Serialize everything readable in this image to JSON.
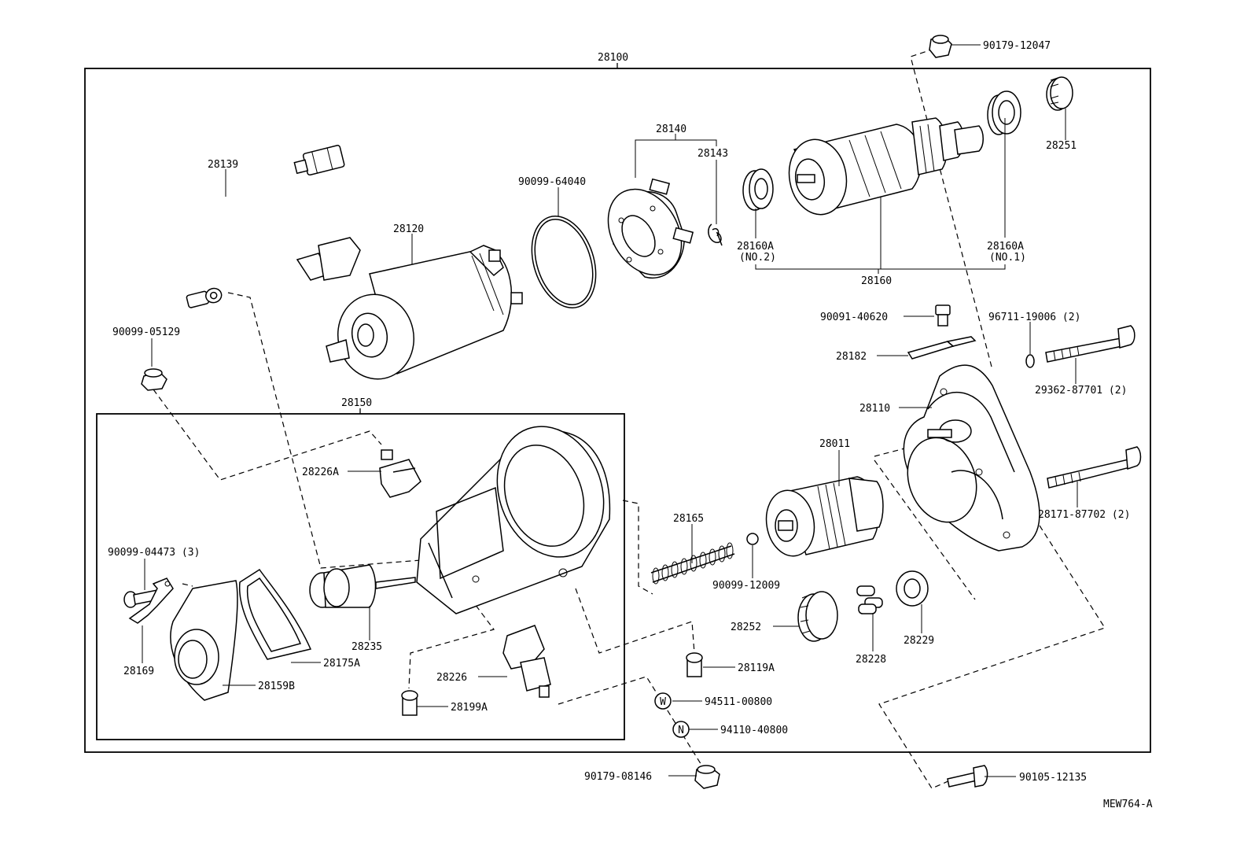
{
  "diagram_code": "MEW764-A",
  "labels": {
    "p28100": "28100",
    "p90179_12047": "90179-12047",
    "p28251": "28251",
    "p28139": "28139",
    "p28140": "28140",
    "p28143": "28143",
    "p90099_64040": "90099-64040",
    "p28120": "28120",
    "p28160a_no2": "28160A",
    "no2": "(NO.2)",
    "p28160a_no1": "28160A",
    "no1": "(NO.1)",
    "p28160": "28160",
    "p90099_05129": "90099-05129",
    "p90091_40620": "90091-40620",
    "p96711_19006": "96711-19006 (2)",
    "p28182": "28182",
    "p29362_87701": "29362-87701 (2)",
    "p28150": "28150",
    "p28110": "28110",
    "p28011": "28011",
    "p28226a": "28226A",
    "p28171_87702": "28171-87702 (2)",
    "p28165": "28165",
    "p90099_04473": "90099-04473 (3)",
    "p90099_12009": "90099-12009",
    "p28252": "28252",
    "p28229": "28229",
    "p28235": "28235",
    "p28175a": "28175A",
    "p28228": "28228",
    "p28169": "28169",
    "p28119a": "28119A",
    "p28159b": "28159B",
    "p28226": "28226",
    "p94511_00800": "94511-00800",
    "p28199a": "28199A",
    "p94110_40800": "94110-40800",
    "p90179_08146": "90179-08146",
    "p90105_12135": "90105-12135",
    "w": "W",
    "n": "N"
  }
}
